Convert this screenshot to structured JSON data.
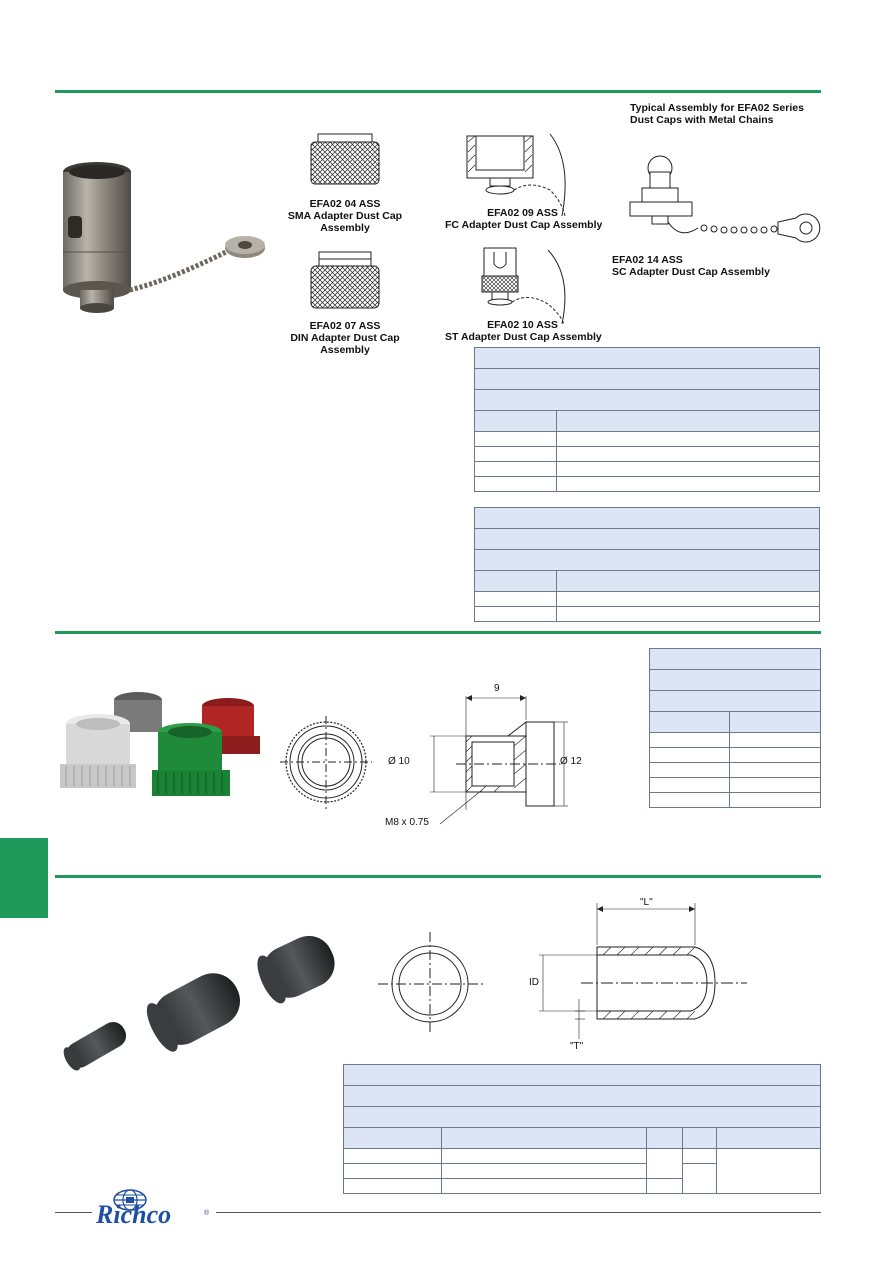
{
  "colors": {
    "accent_green": "#1f9a5a",
    "table_fill": "#dde5f4",
    "table_border": "#6b7b8f",
    "logo_blue": "#1e4fa0"
  },
  "section1": {
    "typical_assembly_caption": [
      "Typical Assembly for EFA02 Series",
      "Dust Caps with Metal Chains"
    ],
    "products": [
      {
        "lines": [
          "EFA02 04 ASS",
          "SMA Adapter Dust Cap",
          "Assembly"
        ]
      },
      {
        "lines": [
          "EFA02 09 ASS",
          "FC Adapter Dust Cap Assembly"
        ]
      },
      {
        "lines": [
          "EFA02 14 ASS",
          "SC Adapter Dust Cap Assembly"
        ]
      },
      {
        "lines": [
          "EFA02 07 ASS",
          "DIN Adapter Dust Cap",
          "Assembly"
        ]
      },
      {
        "lines": [
          "EFA02 10 ASS",
          "ST Adapter Dust Cap Assembly"
        ]
      }
    ]
  },
  "section2": {
    "dimensions": {
      "width": "9",
      "inner_dia": "Ø 10",
      "outer_dia": "Ø 12",
      "thread": "M8 x 0.75"
    }
  },
  "section3": {
    "dimensions": {
      "length": "\"L\"",
      "inner_dia": "ID",
      "thickness": "\"T\""
    }
  },
  "footer": {
    "brand": "Richco",
    "registered": "®"
  }
}
